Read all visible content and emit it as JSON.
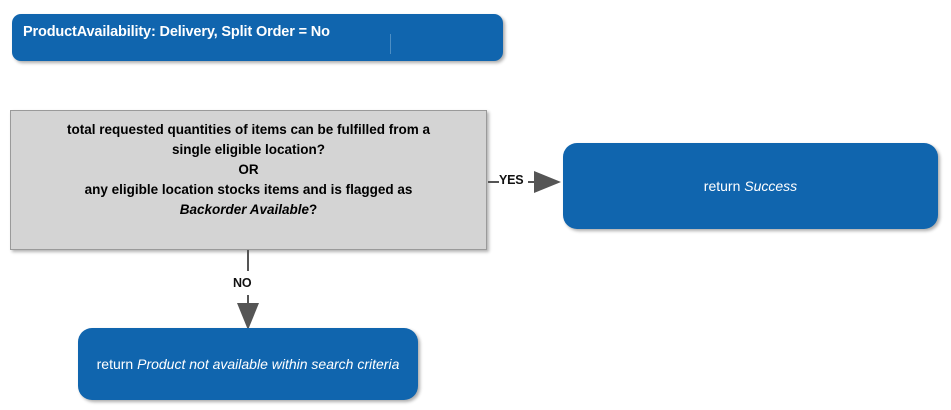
{
  "header": {
    "title": "ProductAvailability: Delivery, Split Order = No",
    "caret_visible": true
  },
  "colors": {
    "process_blue": "#1065AE",
    "decision_grey_fill": "#D4D4D4",
    "decision_grey_border": "#9A9A9A",
    "connector_grey": "#555555",
    "text_light": "#FFFFFF",
    "text_dark": "#000000",
    "page_background": "#FFFFFF"
  },
  "decision": {
    "line1": "total requested quantities of items can be fulfilled from a",
    "line2": "single eligible location?",
    "line3": "OR",
    "line4": "any eligible location stocks items and is flagged as",
    "line5_italic": "Backorder Available",
    "line5_suffix": "?"
  },
  "branches": {
    "yes_label": "YES",
    "no_label": "NO"
  },
  "nodes": {
    "success": {
      "prefix": "return ",
      "italic": "Success"
    },
    "not_available": {
      "prefix": "return ",
      "italic": "Product not available within search criteria"
    }
  }
}
